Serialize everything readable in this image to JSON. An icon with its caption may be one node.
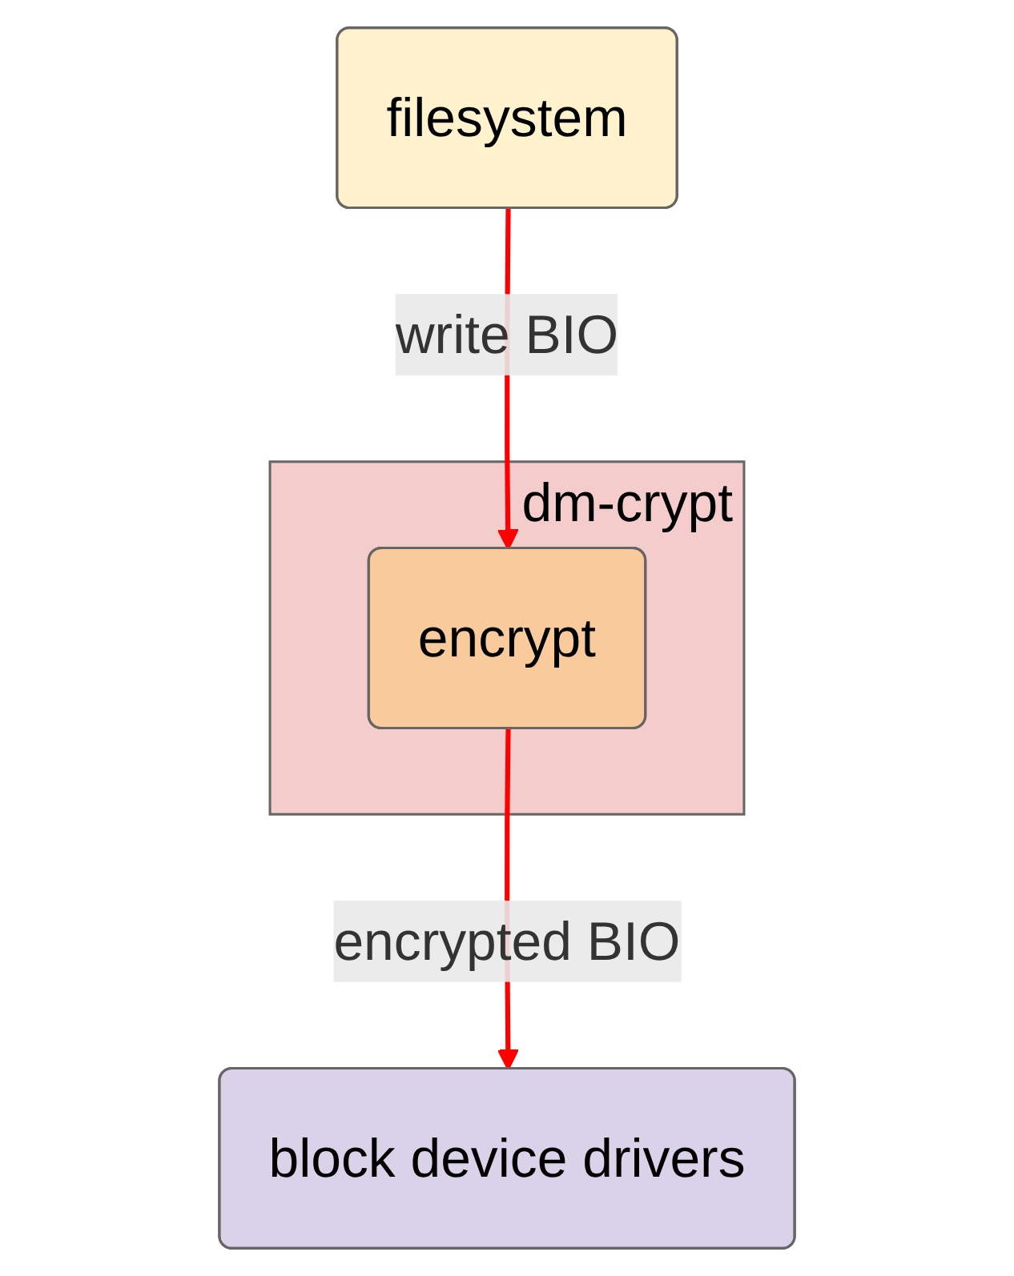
{
  "diagram": {
    "nodes": [
      {
        "text": [
          "filesystem"
        ]
      },
      {
        "text": [
          "dm-crypt"
        ]
      },
      {
        "text": [
          "encrypt"
        ],
        "in": 1
      },
      {
        "text": [
          "block device drivers"
        ]
      }
    ],
    "edges": [
      {
        "from": 0,
        "to": 2,
        "arrow": "to",
        "label": "write BIO",
        "color": "#ff0000"
      },
      {
        "from": 2,
        "to": 3,
        "arrow": "to",
        "label": "encrypted BIO",
        "color": "#ff0000"
      }
    ]
  }
}
